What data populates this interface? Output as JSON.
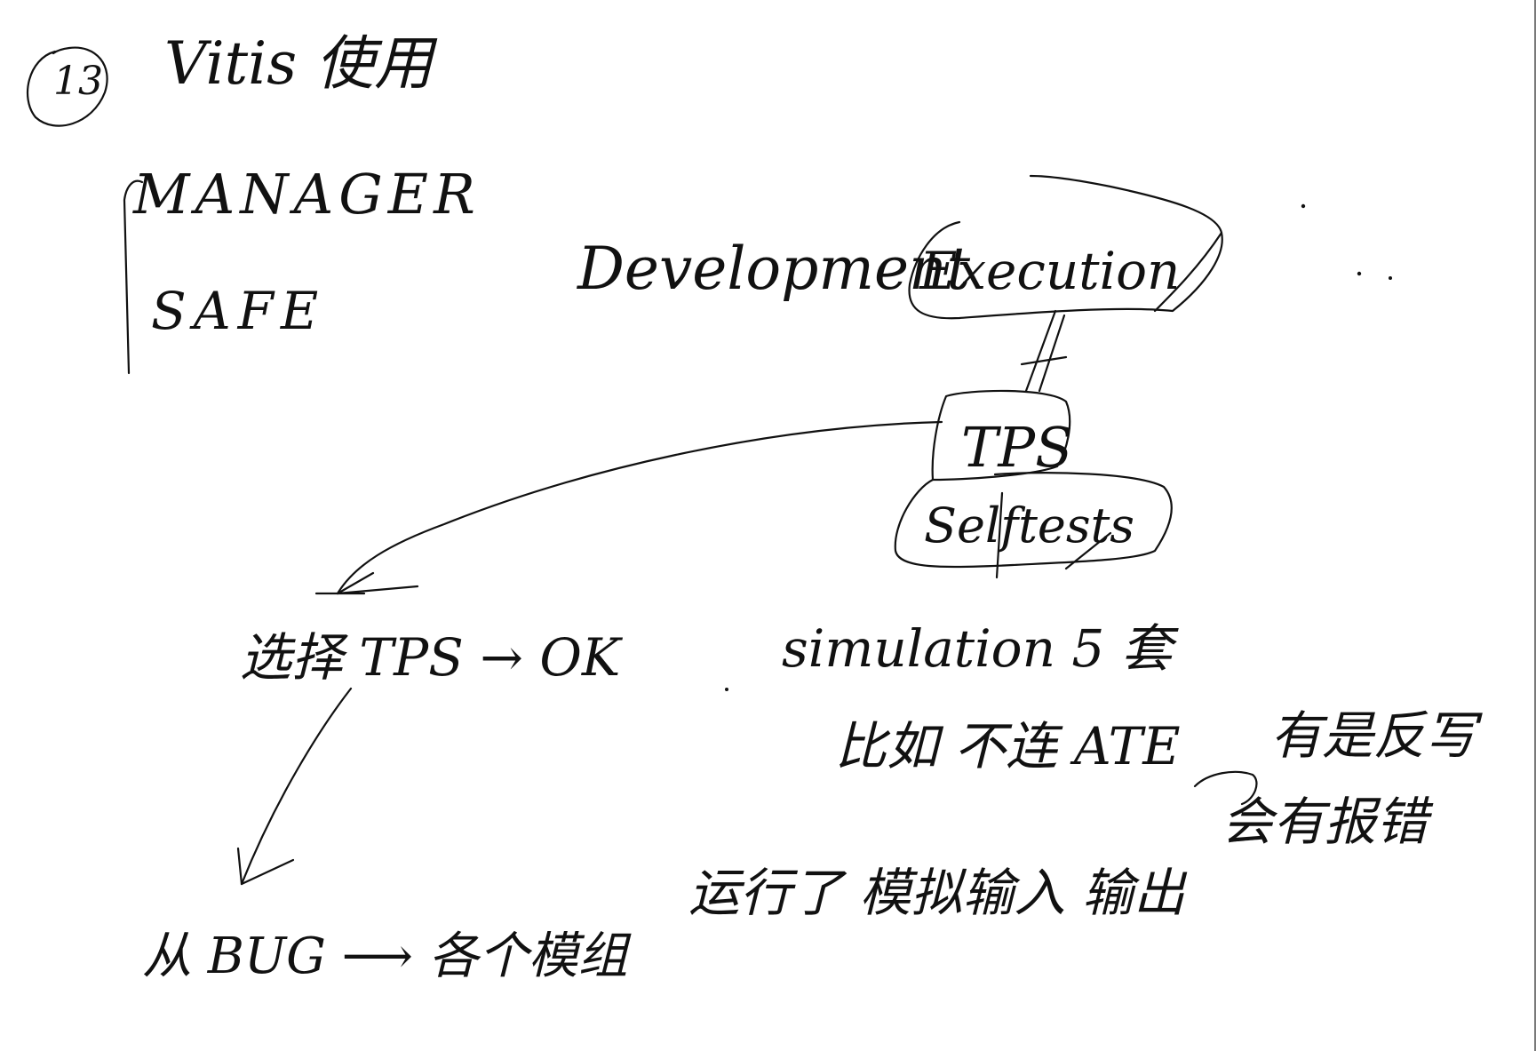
{
  "note": {
    "page_number": "13",
    "heading": "Vitis 使用",
    "left_list": [
      "MANAGER",
      "SAFE"
    ],
    "flow": {
      "top_left": "Development",
      "top_right": "Execution",
      "box_1": "TPS",
      "box_2": "Selftests"
    },
    "lines": [
      "选择 TPS → OK",
      "simulation 5 套",
      "比如 不连 ATE",
      "有是反写",
      "会有报错",
      "运行了 模拟输入 输出",
      "从 BUG ⟶ 各个模组"
    ]
  },
  "colors": {
    "ink": "#111111",
    "paper": "#ffffff",
    "edge": "#7a7a7a"
  }
}
